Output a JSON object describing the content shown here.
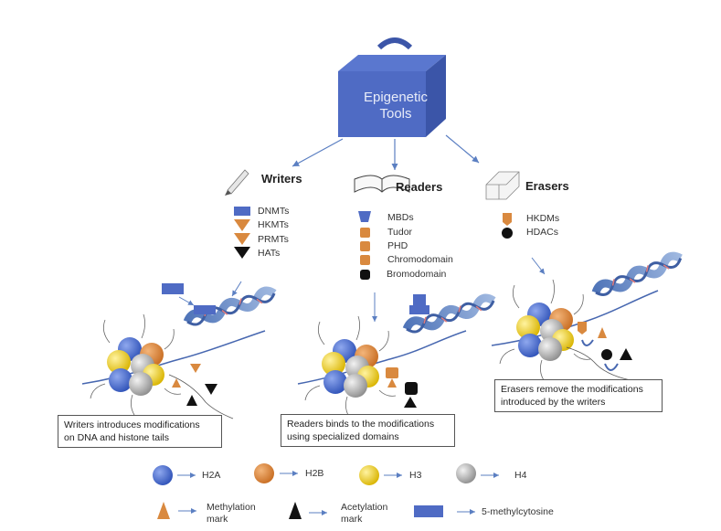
{
  "title": {
    "line1": "Epigenetic",
    "line2": "Tools"
  },
  "colors": {
    "box_blue": "#4f6bc4",
    "box_dark": "#3b55a8",
    "arrow_blue": "#5b7fc2",
    "methyl_orange": "#d9893f",
    "acetyl_black": "#111111",
    "h2a_blue": "#4a6fd1",
    "h2b_orange": "#e0883a",
    "h3_yellow": "#f1d21c",
    "h4_gray": "#b8b8b8"
  },
  "writers": {
    "title": "Writers",
    "icon": "pencil-icon",
    "items": [
      {
        "label": "DNMTs",
        "marker": "M",
        "shape": "blue-rect"
      },
      {
        "label": "HKMTs",
        "marker": "M",
        "shape": "orange-down-triangle"
      },
      {
        "label": "PRMTs",
        "marker": "M",
        "shape": "orange-down-triangle"
      },
      {
        "label": "HATs",
        "marker": "A",
        "shape": "black-down-triangle"
      }
    ],
    "dna_tag": "M",
    "dna_mark": "5mC",
    "caption": {
      "line1": "Writers introduces modifications",
      "line2": "on DNA and histone tails"
    }
  },
  "readers": {
    "title": "Readers",
    "icon": "book-icon",
    "items": [
      {
        "label": "MBDs",
        "marker": "M",
        "shape": "blue-trapezoid"
      },
      {
        "label": "Tudor",
        "marker": "M",
        "shape": "orange-rounded-square"
      },
      {
        "label": "PHD",
        "marker": "M",
        "shape": "orange-rounded-square"
      },
      {
        "label": "Chromodomain",
        "marker": "M",
        "shape": "orange-rounded-square"
      },
      {
        "label": "Bromodomain",
        "marker": "A",
        "shape": "black-rounded-square"
      }
    ],
    "caption": {
      "line1": "Readers binds to the modifications",
      "line2": "using specialized domains"
    }
  },
  "erasers": {
    "title": "Erasers",
    "icon": "eraser-icon",
    "items": [
      {
        "label": "HKDMs",
        "marker": "M",
        "shape": "orange-pentagon"
      },
      {
        "label": "HDACs",
        "marker": "A",
        "shape": "black-circle"
      }
    ],
    "caption": {
      "line1": "Erasers remove the modifications",
      "line2": "introduced by the writers"
    }
  },
  "key": {
    "histones": [
      {
        "label": "H2A",
        "color": "#4a6fd1"
      },
      {
        "label": "H2B",
        "color": "#e0883a"
      },
      {
        "label": "H3",
        "color": "#f1d21c"
      },
      {
        "label": "H4",
        "color": "#b8b8b8"
      }
    ],
    "marks": [
      {
        "label_line1": "Methylation",
        "label_line2": "mark",
        "marker": "M"
      },
      {
        "label_line1": "Acetylation",
        "label_line2": "mark",
        "marker": "A"
      },
      {
        "label_line1": "5-methylcytosine",
        "label_line2": "",
        "marker": "5mC"
      }
    ]
  }
}
